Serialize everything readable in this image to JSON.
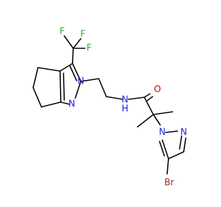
{
  "molecule": {
    "colors": {
      "carbon": "#000000",
      "nitrogen": "#1f1fd6",
      "oxygen": "#e00000",
      "fluorine": "#33aa33",
      "bromine": "#a52a2a"
    },
    "atoms": [
      {
        "id": "F1",
        "text": "F",
        "element": "fluorine"
      },
      {
        "id": "F2",
        "text": "F",
        "element": "fluorine"
      },
      {
        "id": "F3",
        "text": "F",
        "element": "fluorine"
      },
      {
        "id": "N1",
        "text": "N",
        "element": "nitrogen"
      },
      {
        "id": "N2",
        "text": "N",
        "element": "nitrogen"
      },
      {
        "id": "O1",
        "text": "O",
        "element": "oxygen"
      },
      {
        "id": "NH",
        "text": "N",
        "element": "nitrogen"
      },
      {
        "id": "H1",
        "text": "H",
        "element": "nitrogen"
      },
      {
        "id": "N3",
        "text": "N",
        "element": "nitrogen"
      },
      {
        "id": "N4",
        "text": "N",
        "element": "nitrogen"
      },
      {
        "id": "Br",
        "text": "Br",
        "element": "bromine"
      }
    ]
  }
}
